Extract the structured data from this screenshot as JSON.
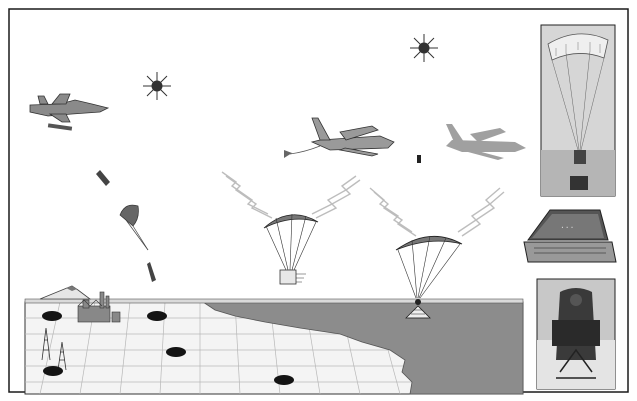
{
  "colors": {
    "frame": "#1a1a1a",
    "sky": "#ffffff",
    "ground": "#f2f2f2",
    "grid": "#b5b5b5",
    "water": "#8c8c8c",
    "aircraft": "#9a9a9a",
    "aircraft_dark": "#3c3c3c",
    "target": "#141414",
    "photo_bg": "#cfcfcf",
    "lightning": "#bdbdbd"
  },
  "icons": [
    "fighter-jet-icon",
    "cargo-plane-icon",
    "cargo-plane-silhouette-icon",
    "explosion-icon",
    "bomb-icon",
    "parachute-icon",
    "cargo-bundle-icon",
    "lightning-signal-icon",
    "mountain-icon",
    "factory-icon",
    "oil-derrick-icon",
    "target-icon",
    "laptop-icon"
  ],
  "photos": [
    "parafoil-airdrop-photo",
    "laptop-photo",
    "cargo-platform-photo"
  ],
  "laptop_screen_text": "..."
}
